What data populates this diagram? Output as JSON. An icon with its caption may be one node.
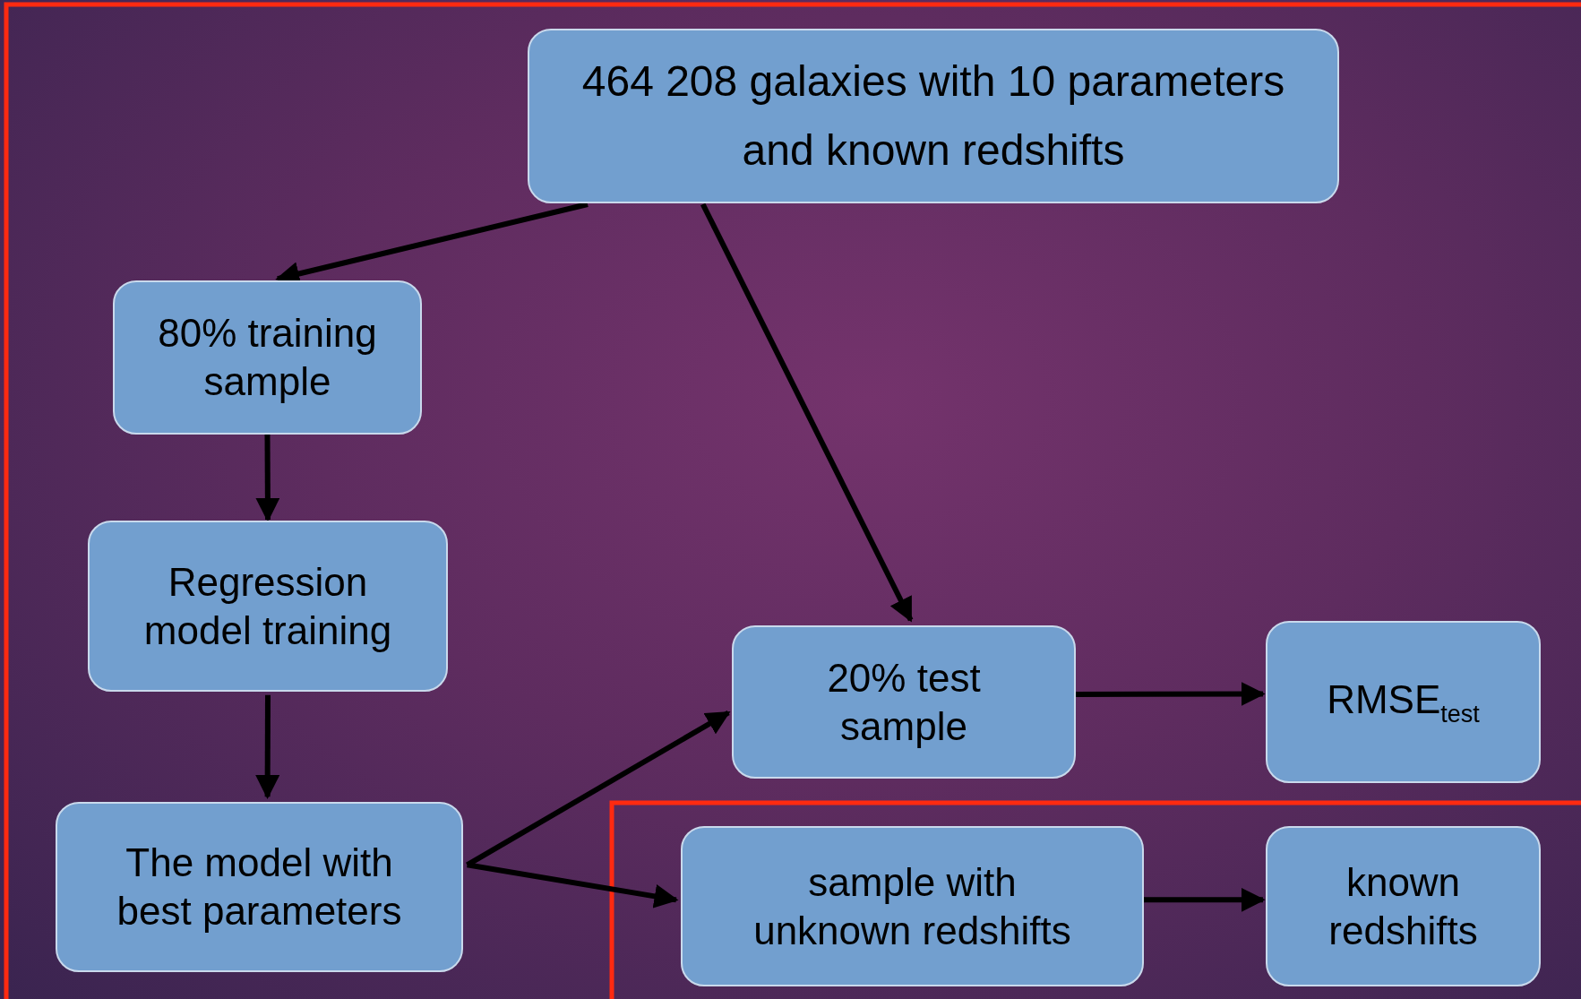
{
  "diagram": {
    "nodes": [
      {
        "text": [
          "464 208 galaxies with 10 parameters and known redshifts"
        ]
      },
      {
        "text": [
          "80% training sample"
        ]
      },
      {
        "text": [
          "Regression model training"
        ]
      },
      {
        "text": [
          "The model with best parameters"
        ]
      },
      {
        "text": [
          "20% test sample"
        ]
      },
      {
        "text": [
          "RMSE$_{test}$"
        ]
      },
      {
        "text": [
          "sample with unknown redshifts"
        ]
      },
      {
        "text": [
          "known redshifts"
        ]
      }
    ],
    "edges": [
      {
        "from": 0,
        "to": 1,
        "arrow": "to"
      },
      {
        "from": 0,
        "to": 4,
        "arrow": "to"
      },
      {
        "from": 1,
        "to": 2,
        "arrow": "to"
      },
      {
        "from": 2,
        "to": 3,
        "arrow": "to"
      },
      {
        "from": 3,
        "to": 4,
        "arrow": "to"
      },
      {
        "from": 3,
        "to": 6,
        "arrow": "to"
      },
      {
        "from": 4,
        "to": 5,
        "arrow": "to"
      },
      {
        "from": 6,
        "to": 7,
        "arrow": "to"
      }
    ]
  }
}
